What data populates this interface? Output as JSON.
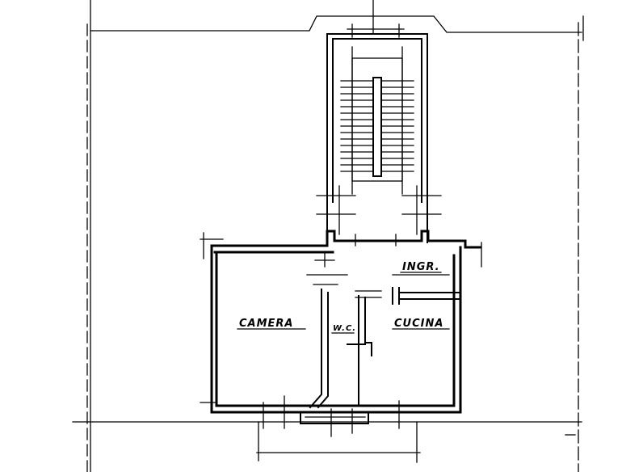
{
  "rooms": {
    "camera": "CAMERA",
    "wc": "W.C.",
    "cucina": "CUCINA",
    "ingresso": "INGR."
  }
}
